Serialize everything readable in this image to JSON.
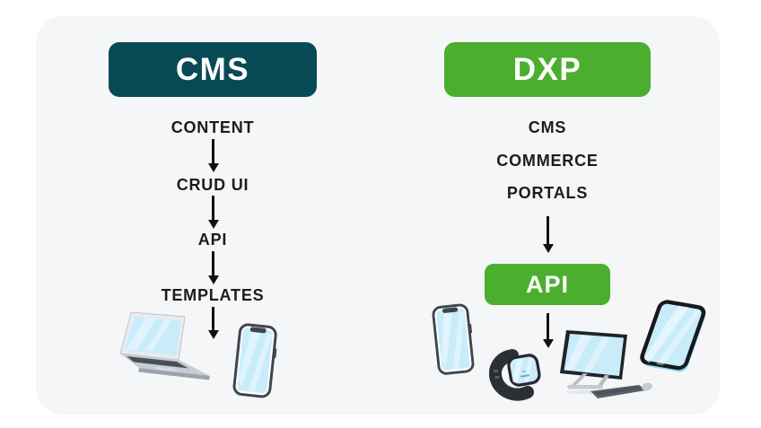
{
  "colors": {
    "canvas_bg": "#ffffff",
    "card_bg": "#f5f6f8",
    "cms_header_bg": "#074a55",
    "dxp_header_bg": "#4bae2f",
    "api_box_bg": "#4bae2f",
    "header_text": "#ffffff",
    "label_text": "#1b1c1e",
    "arrow": "#101113",
    "device_screen": "#c9ecfb"
  },
  "cms_panel": {
    "header_label": "CMS",
    "steps": [
      "CONTENT",
      "CRUD UI",
      "API",
      "TEMPLATES"
    ],
    "device_icons": [
      "laptop-icon",
      "smartphone-icon"
    ]
  },
  "dxp_panel": {
    "header_label": "DXP",
    "capabilities": [
      "CMS",
      "COMMERCE",
      "PORTALS"
    ],
    "api_label": "API",
    "device_icons": [
      "smartphone-icon",
      "smartwatch-icon",
      "desktop-computer-icon",
      "tablet-icon"
    ]
  }
}
